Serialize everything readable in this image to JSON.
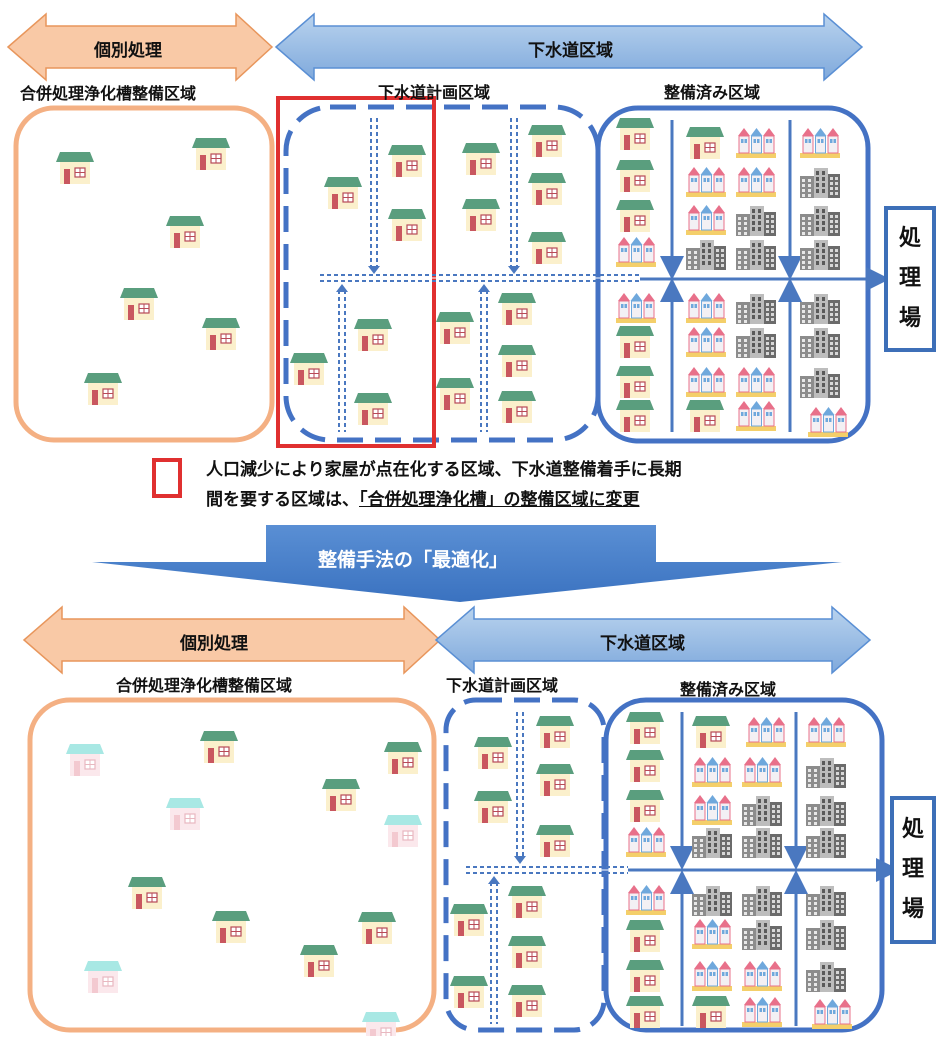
{
  "top": {
    "individual_arrow_label": "個別処理",
    "sewer_arrow_label": "下水道区域",
    "septic_region_label": "合併処理浄化槽整備区域",
    "planned_region_label": "下水道計画区域",
    "developed_region_label": "整備済み区域",
    "plant_label": [
      "処",
      "理",
      "場"
    ]
  },
  "legend": {
    "line1": "人口減少により家屋が点在化する区域、下水道整備着手に長期",
    "line2_prefix": "間を要する区域は、",
    "line2_underlined": "「合併処理浄化槽」の整備区域に変更"
  },
  "optimization_label": "整備手法の「最適化」",
  "bottom": {
    "individual_arrow_label": "個別処理",
    "sewer_arrow_label": "下水道区域",
    "septic_region_label": "合併処理浄化槽整備区域",
    "planned_region_label": "下水道計画区域",
    "developed_region_label": "整備済み区域",
    "plant_label": [
      "処",
      "理",
      "場"
    ]
  },
  "colors": {
    "orange_arrow": "#f8c8a4",
    "orange_border": "#f2a772",
    "blue_arrow": "#9cc2e6",
    "blue_border": "#3d6fb8",
    "red_box": "#e03030",
    "house_roof": "#5a9e7e",
    "house_wall": "#fbf0cc",
    "faded_roof": "#a8e8e4",
    "faded_wall": "#fbe8ec",
    "pipe": "#4a78c0"
  }
}
